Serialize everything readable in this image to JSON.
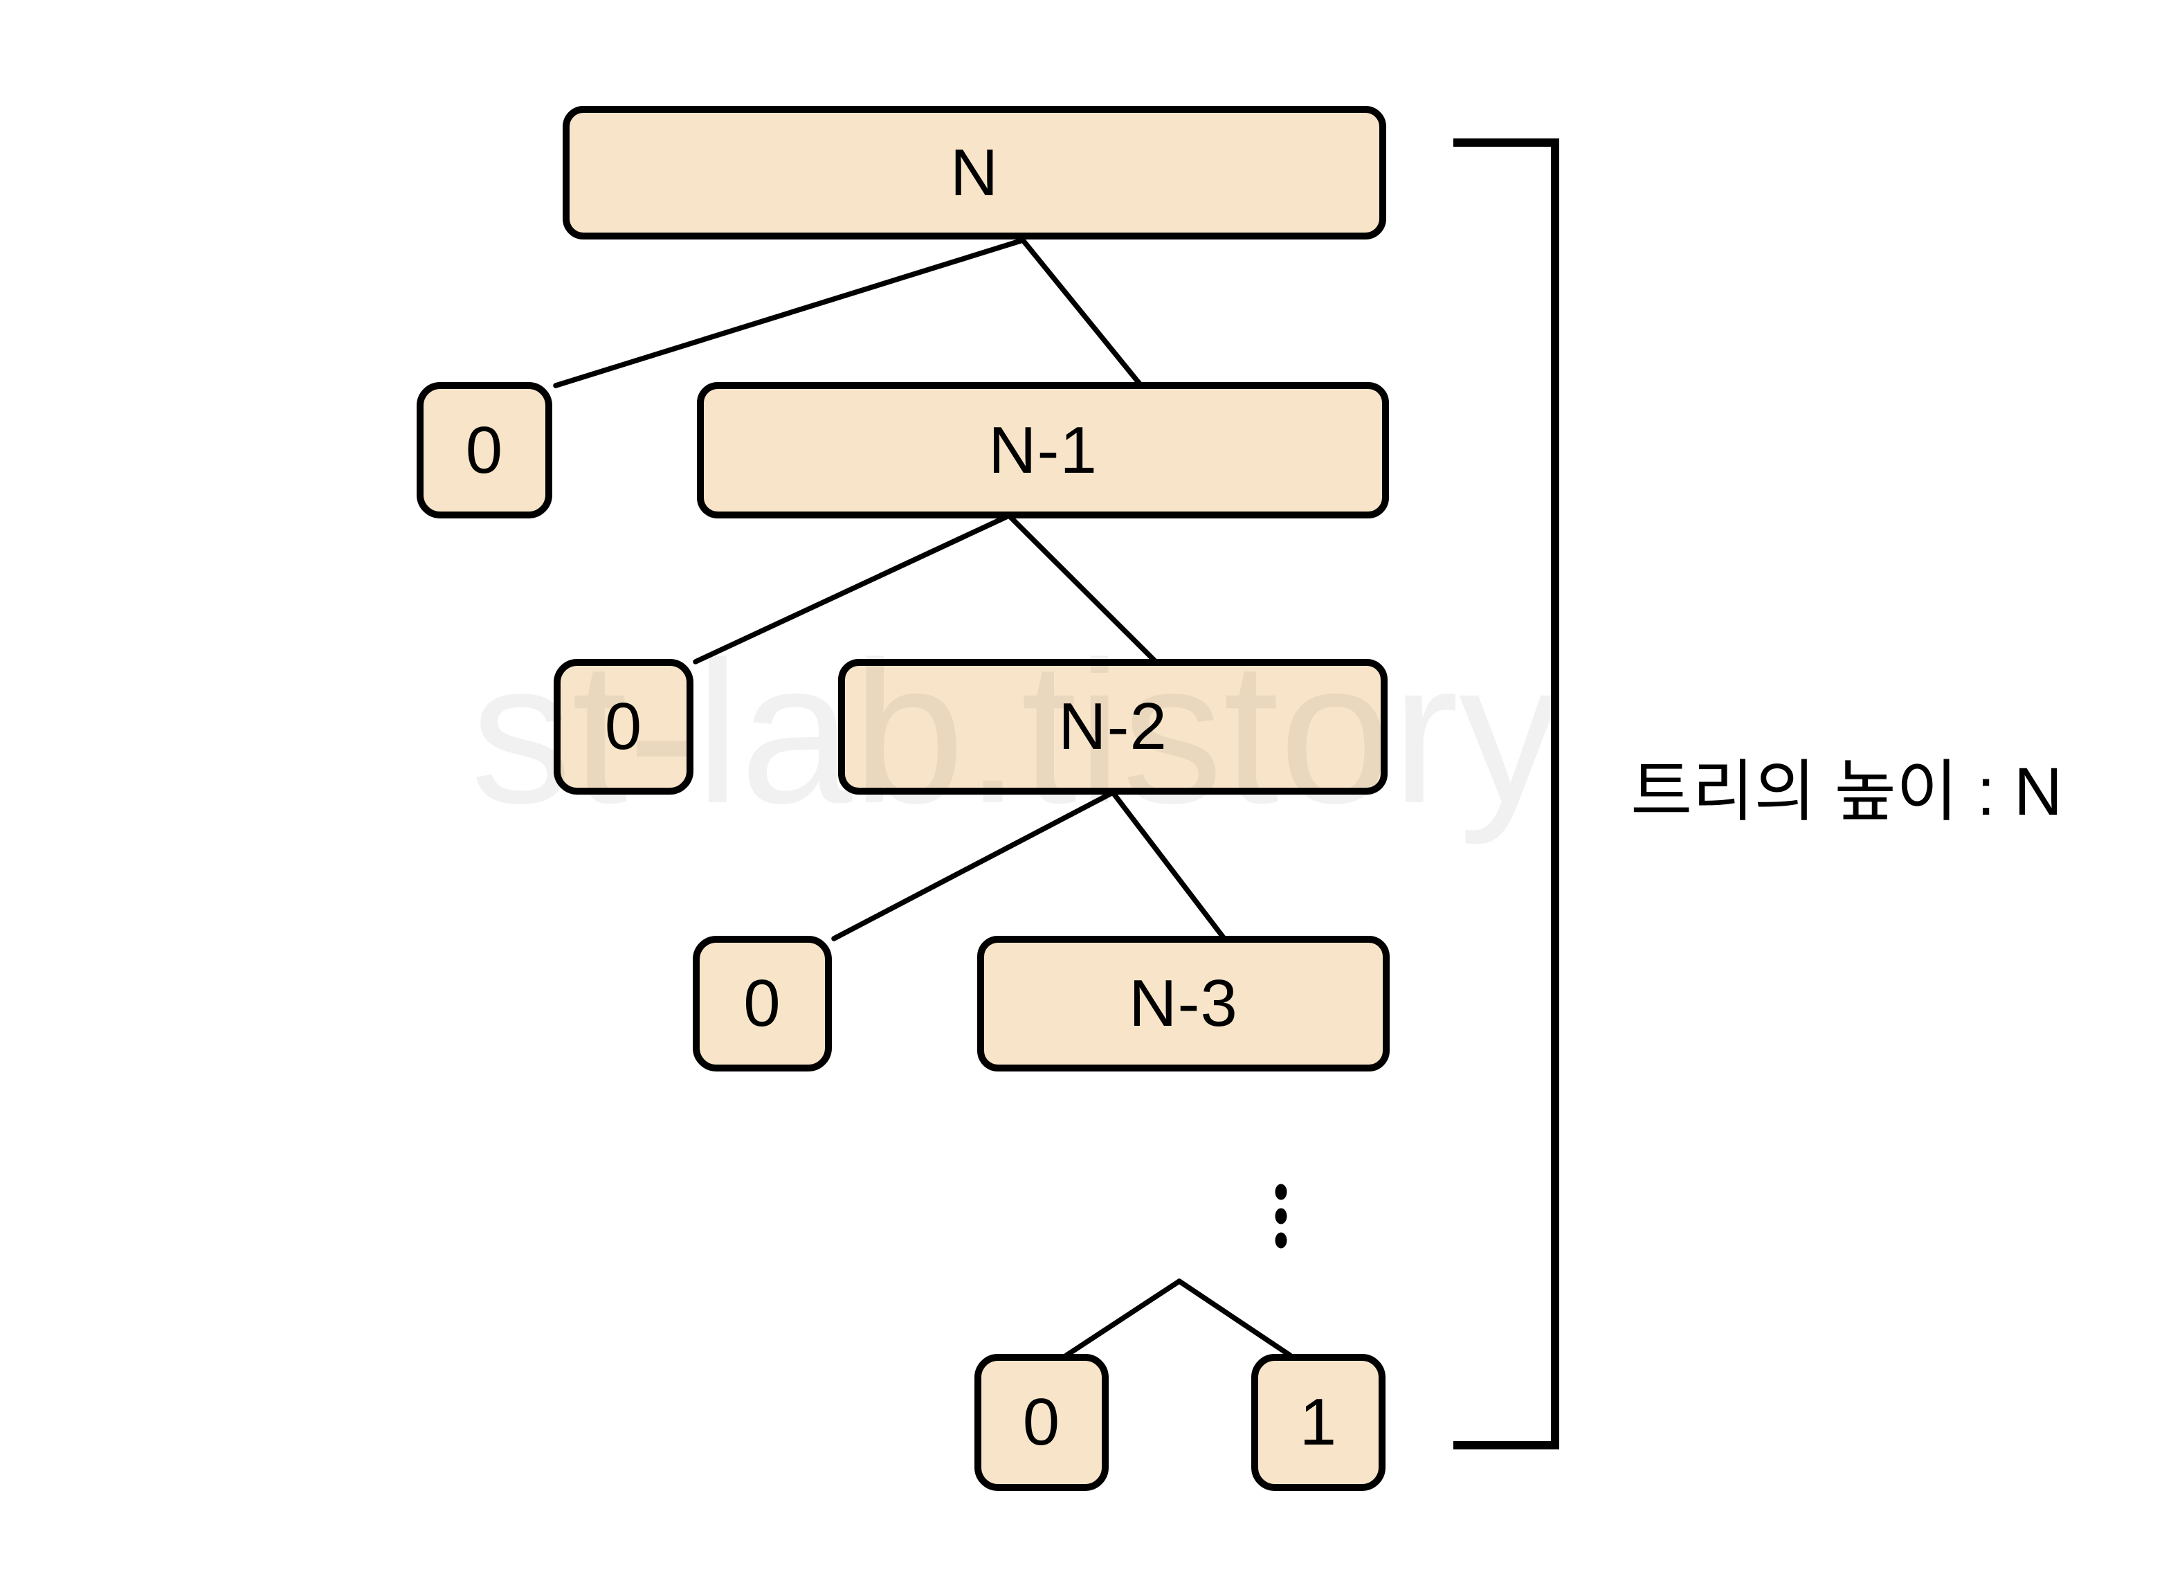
{
  "colors": {
    "background": "#ffffff",
    "node_fill": "#f8e5c9",
    "node_border": "#000000",
    "edge": "#000000",
    "text": "#000000"
  },
  "watermark": {
    "text": "st-lab.tistory"
  },
  "annotation": {
    "height_label": "트리의 높이 : N"
  },
  "icons": {
    "vertical_ellipsis": "⋮"
  },
  "tree": {
    "nodes": [
      {
        "label": "N"
      },
      {
        "label": "0"
      },
      {
        "label": "N-1"
      },
      {
        "label": "0"
      },
      {
        "label": "N-2"
      },
      {
        "label": "0"
      },
      {
        "label": "N-3"
      },
      {
        "label": "0"
      },
      {
        "label": "1"
      }
    ]
  }
}
